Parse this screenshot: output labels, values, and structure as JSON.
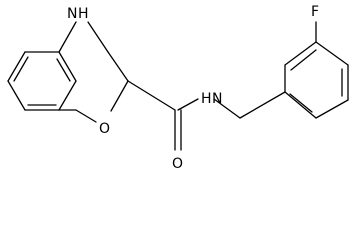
{
  "molecule": {
    "atoms": {
      "nh_ring": "H",
      "nh_ring_n": "N",
      "o_ring": "O",
      "amide_o": "O",
      "amide_nh": "H",
      "amide_n": "N",
      "fluorine": "F"
    },
    "colors": {
      "bond": "#000000",
      "label": "#000000",
      "background": "#ffffff"
    }
  }
}
